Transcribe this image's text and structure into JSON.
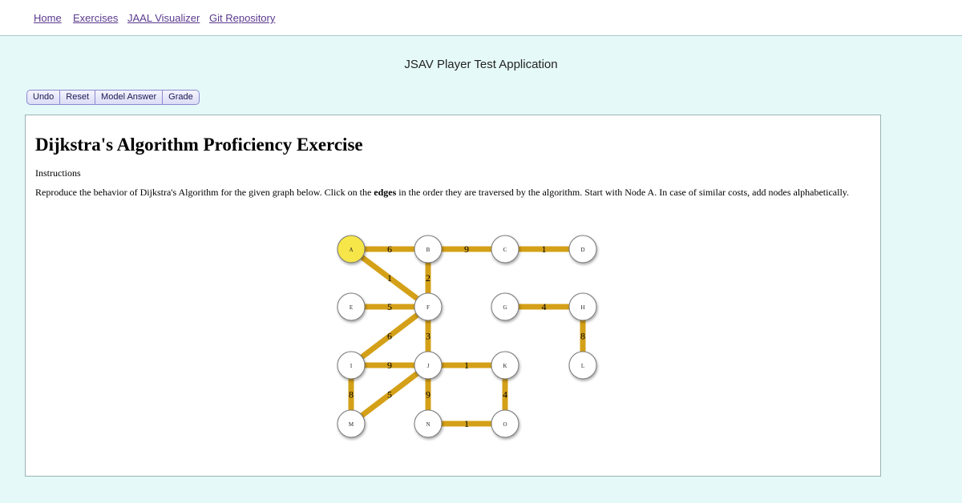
{
  "nav": {
    "home": "Home",
    "exercises": "Exercises",
    "jaal": "JAAL Visualizer",
    "git": "Git Repository"
  },
  "app_title": "JSAV Player Test Application",
  "toolbar": {
    "undo": "Undo",
    "reset": "Reset",
    "model_answer": "Model Answer",
    "grade": "Grade"
  },
  "exercise": {
    "title": "Dijkstra's Algorithm Proficiency Exercise",
    "instructions_label": "Instructions",
    "instr_before": "Reproduce the behavior of Dijkstra's Algorithm for the given graph below. Click on the ",
    "instr_bold": "edges",
    "instr_after": " in the order they are traversed by the algorithm. Start with Node A. In case of similar costs, add nodes alphabetically."
  },
  "colors": {
    "edge": "#d4a017",
    "highlight_node": "#f7e64a",
    "node": "#ffffff",
    "link": "#5a3a8e"
  },
  "graph": {
    "nodes": [
      {
        "id": "A",
        "highlighted": true
      },
      {
        "id": "B"
      },
      {
        "id": "C"
      },
      {
        "id": "D"
      },
      {
        "id": "E"
      },
      {
        "id": "F"
      },
      {
        "id": "G"
      },
      {
        "id": "H"
      },
      {
        "id": "I"
      },
      {
        "id": "J"
      },
      {
        "id": "K"
      },
      {
        "id": "L"
      },
      {
        "id": "M"
      },
      {
        "id": "N"
      },
      {
        "id": "O"
      }
    ],
    "edges": [
      {
        "from": "A",
        "to": "B",
        "weight": "6"
      },
      {
        "from": "B",
        "to": "C",
        "weight": "9"
      },
      {
        "from": "C",
        "to": "D",
        "weight": "1"
      },
      {
        "from": "A",
        "to": "F",
        "weight": "1"
      },
      {
        "from": "B",
        "to": "F",
        "weight": "2"
      },
      {
        "from": "E",
        "to": "F",
        "weight": "5"
      },
      {
        "from": "G",
        "to": "H",
        "weight": "4"
      },
      {
        "from": "F",
        "to": "I",
        "weight": "6"
      },
      {
        "from": "F",
        "to": "J",
        "weight": "3"
      },
      {
        "from": "H",
        "to": "L",
        "weight": "8"
      },
      {
        "from": "I",
        "to": "J",
        "weight": "9"
      },
      {
        "from": "J",
        "to": "K",
        "weight": "1"
      },
      {
        "from": "I",
        "to": "M",
        "weight": "8"
      },
      {
        "from": "J",
        "to": "M",
        "weight": "5"
      },
      {
        "from": "J",
        "to": "N",
        "weight": "9"
      },
      {
        "from": "K",
        "to": "O",
        "weight": "4"
      },
      {
        "from": "N",
        "to": "O",
        "weight": "1"
      }
    ]
  }
}
